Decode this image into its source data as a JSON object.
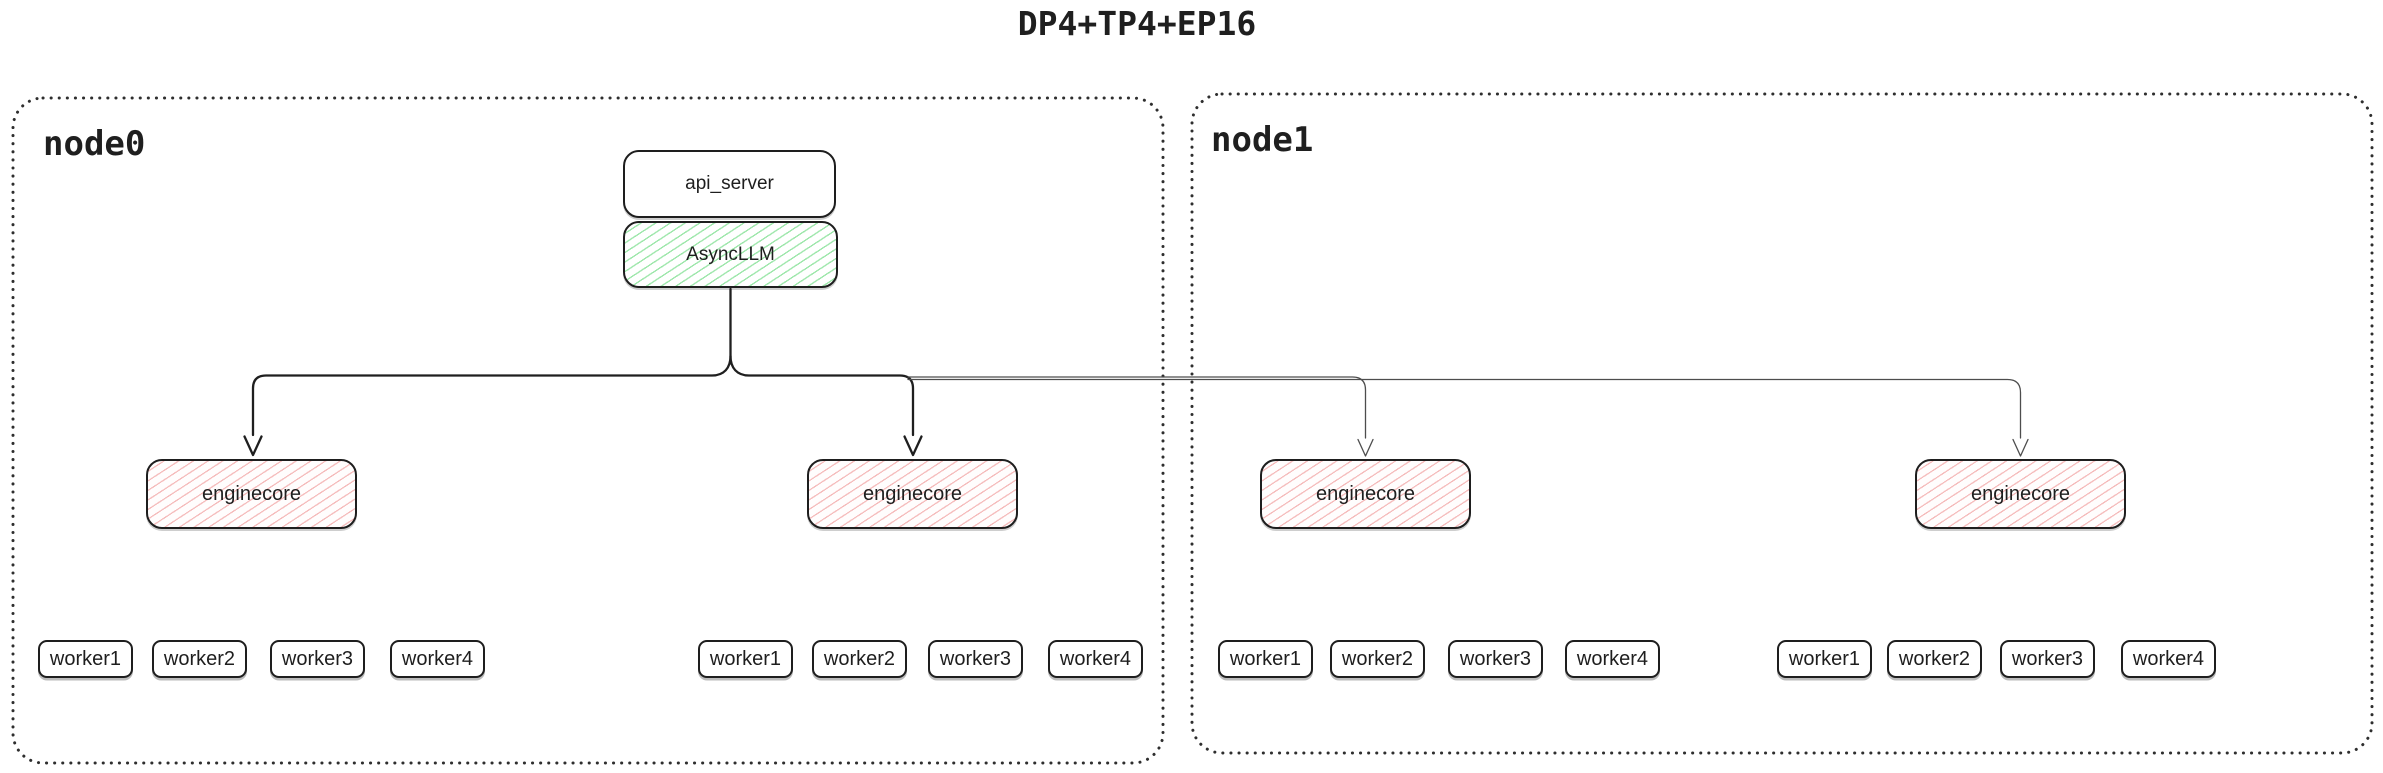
{
  "title": "DP4+TP4+EP16",
  "colors": {
    "stroke": "#1e1e1e",
    "thin_edge": "#4d4d4d",
    "green_hatch": "#9fe7ac",
    "red_hatch": "#f5bcbc",
    "container_border": "#2e2e2e",
    "background": "#ffffff"
  },
  "node0": {
    "label": "node0",
    "api_server_label": "api_server",
    "asyncllm_label": "AsyncLLM",
    "enginecores": [
      "enginecore",
      "enginecore"
    ],
    "worker_groups": [
      [
        "worker1",
        "worker2",
        "worker3",
        "worker4"
      ],
      [
        "worker1",
        "worker2",
        "worker3",
        "worker4"
      ]
    ]
  },
  "node1": {
    "label": "node1",
    "enginecores": [
      "enginecore",
      "enginecore"
    ],
    "worker_groups": [
      [
        "worker1",
        "worker2",
        "worker3",
        "worker4"
      ],
      [
        "worker1",
        "worker2",
        "worker3",
        "worker4"
      ]
    ]
  }
}
